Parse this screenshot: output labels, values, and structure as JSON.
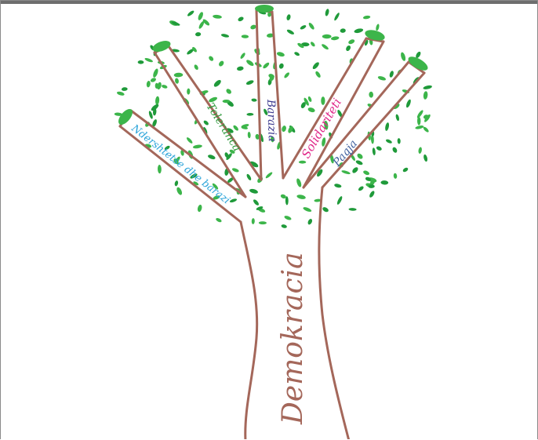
{
  "drawing": {
    "trunk_word": "Demokracia",
    "branch_words": [
      {
        "text": "Ndershtetse dhe barazi",
        "color": "#29a3d9"
      },
      {
        "text": "Toleranca",
        "color": "#2e9a3c"
      },
      {
        "text": "Barazia",
        "color": "#3b3a8f"
      },
      {
        "text": "Solidariteti",
        "color": "#e0298a"
      },
      {
        "text": "Paqja",
        "color": "#3f5f9e"
      }
    ],
    "colors": {
      "trunk": "#a4675a",
      "leaves": "#3cb54a",
      "leaves_dark": "#1f9a3a"
    }
  }
}
